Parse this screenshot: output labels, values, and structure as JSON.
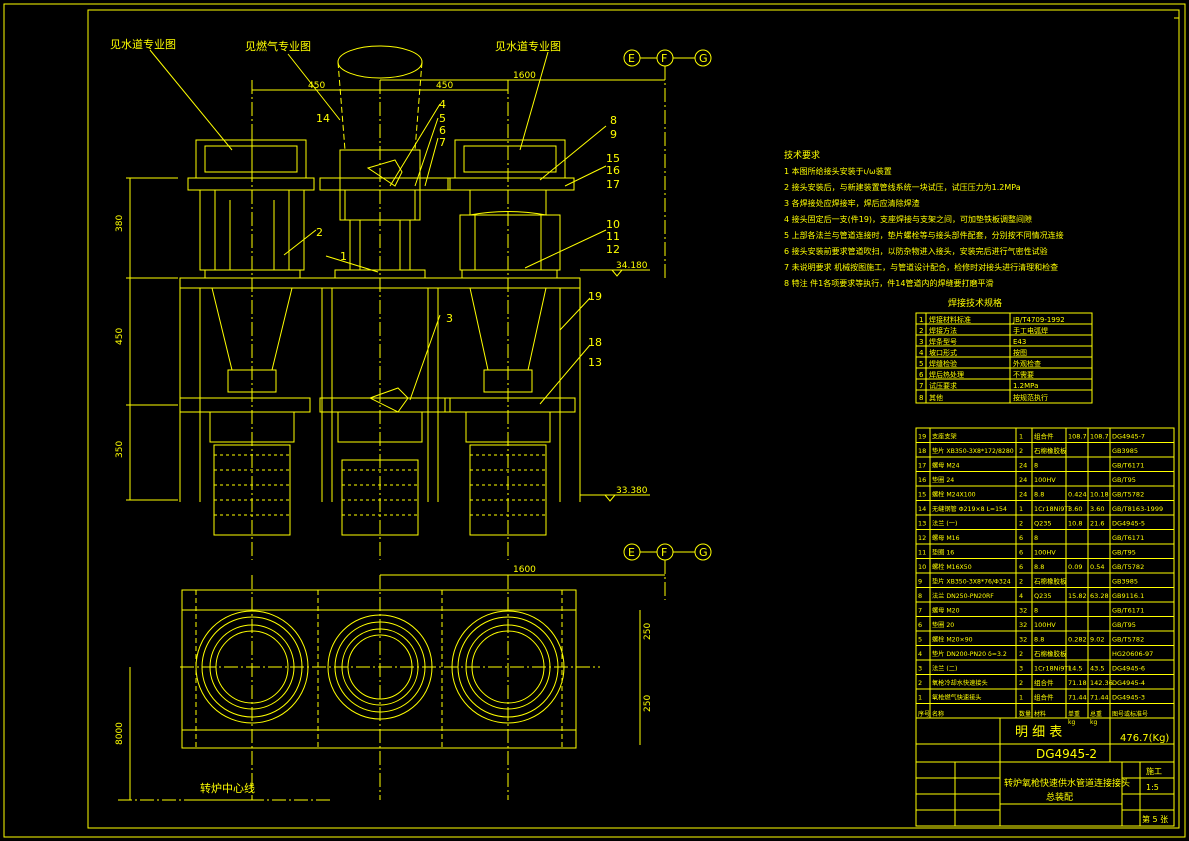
{
  "labels": {
    "water_left": "见水道专业图",
    "gas": "见燃气专业图",
    "water_right": "见水道专业图",
    "furnace_center": "转炉中心线"
  },
  "axis_bubbles_top": [
    "E",
    "F",
    "G"
  ],
  "axis_bubbles_mid": [
    "E",
    "F",
    "G"
  ],
  "dims": {
    "d450a": "450",
    "d450b": "450",
    "d1600_top": "1600",
    "d1600_mid": "1600",
    "d380": "380",
    "d450v": "450",
    "d350v": "350",
    "d8000": "8000",
    "d250a": "250",
    "d250b": "250",
    "el_top": "34.180",
    "el_bottom": "33.380"
  },
  "part_numbers": [
    "1",
    "2",
    "3",
    "4",
    "5",
    "6",
    "7",
    "8",
    "9",
    "10",
    "11",
    "12",
    "13",
    "14",
    "15",
    "16",
    "17",
    "18",
    "19"
  ],
  "notes": {
    "title": "技术要求",
    "items": [
      "1  本图所给接头安装于ι/ω装置",
      "2  接头安装后，与新建装置管线系统一块试压，试压压力为1.2MPa",
      "3  各焊接处应焊接牢，焊后应清除焊渣",
      "4  接头固定后一支(件19)，支座焊接与支架之间，可加垫铁板调整间隙",
      "5  上部各法兰与管道连接时，垫片螺栓等与接头部件配套，分别按不同情况连接",
      "6  接头安装前要求管道吹扫，以防杂物进入接头，安装完后进行气密性试验",
      "7  未说明要求  机械按图施工，与管道设计配合，检修时对接头进行清理和检查",
      "8  特注  件1各项要求等执行，件14管道内的焊缝要打磨平滑"
    ]
  },
  "spec_table": {
    "title": "焊接技术规格",
    "rows": [
      [
        "1",
        "焊接材料标准",
        "JB/T4709-1992"
      ],
      [
        "2",
        "焊接方法",
        "手工电弧焊"
      ],
      [
        "3",
        "焊条型号",
        "E43"
      ],
      [
        "4",
        "坡口形式",
        "按图"
      ],
      [
        "5",
        "焊缝检验",
        "外观检查"
      ],
      [
        "6",
        "焊后热处理",
        "不需要"
      ],
      [
        "7",
        "试压要求",
        "1.2MPa"
      ],
      [
        "8",
        "其他",
        "按规范执行"
      ]
    ]
  },
  "bom": {
    "rows": [
      [
        "19",
        "支座支架",
        "1",
        "组合件",
        "108.7",
        "108.7",
        "DG4945-7"
      ],
      [
        "18",
        "垫片 XB350-3X8*172/8280",
        "2",
        "石棉橡胶板",
        "",
        "",
        "GB3985"
      ],
      [
        "17",
        "螺母 M24",
        "24",
        "8",
        "",
        "",
        "GB/T6171"
      ],
      [
        "16",
        "垫圈 24",
        "24",
        "100HV",
        "",
        "",
        "GB/T95"
      ],
      [
        "15",
        "螺栓 M24X100",
        "24",
        "8.8",
        "0.424",
        "10.18",
        "GB/T5782"
      ],
      [
        "14",
        "无缝钢管 Φ219×8  L=154",
        "1",
        "1Cr18Ni9Ti",
        "3.60",
        "3.60",
        "GB/T8163-1999"
      ],
      [
        "13",
        "法兰 (一)",
        "2",
        "Q235",
        "10.8",
        "21.6",
        "DG4945-5"
      ],
      [
        "12",
        "螺母 M16",
        "6",
        "8",
        "",
        "",
        "GB/T6171"
      ],
      [
        "11",
        "垫圈 16",
        "6",
        "100HV",
        "",
        "",
        "GB/T95"
      ],
      [
        "10",
        "螺栓 M16X50",
        "6",
        "8.8",
        "0.09",
        "0.54",
        "GB/T5782"
      ],
      [
        "9",
        "垫片 XB350-3X8*76/Φ324",
        "2",
        "石棉橡胶板",
        "",
        "",
        "GB3985"
      ],
      [
        "8",
        "法兰 DN250-PN20RF",
        "4",
        "Q235",
        "15.82",
        "63.28",
        "GB9116.1"
      ],
      [
        "7",
        "螺母 M20",
        "32",
        "8",
        "",
        "",
        "GB/T6171"
      ],
      [
        "6",
        "垫圈 20",
        "32",
        "100HV",
        "",
        "",
        "GB/T95"
      ],
      [
        "5",
        "螺栓 M20×90",
        "32",
        "8.8",
        "0.282",
        "9.02",
        "GB/T5782"
      ],
      [
        "4",
        "垫片 DN200-PN20 δ=3.2",
        "2",
        "石棉橡胶板",
        "",
        "",
        "HG20606-97"
      ],
      [
        "3",
        "法兰 (二)",
        "3",
        "1Cr18Ni9Ti",
        "14.5",
        "43.5",
        "DG4945-6"
      ],
      [
        "2",
        "氧枪冷却水快速接头",
        "2",
        "组合件",
        "71.18",
        "142.36",
        "DG4945-4"
      ],
      [
        "1",
        "氧枪燃气快速接头",
        "1",
        "组合件",
        "71.44",
        "71.44",
        "DG4945-3"
      ]
    ],
    "header": [
      "序号",
      "名称",
      "数量",
      "材料",
      "单重",
      "总重",
      "图号或标准号"
    ],
    "sub_units": [
      "kg",
      "kg"
    ]
  },
  "title_block": {
    "list_name": "明  细  表",
    "total_weight": "476.7(Kg)",
    "drawing_no": "DG4945-2",
    "title": "转炉氧枪快速供水管道连接接头",
    "subtitle": "总装配",
    "scale": "1:5",
    "stage": "施工",
    "sheet": "第 5 张"
  },
  "colors": {
    "line": "#ffff00",
    "frame": "#ffffff",
    "background": "#000000"
  }
}
